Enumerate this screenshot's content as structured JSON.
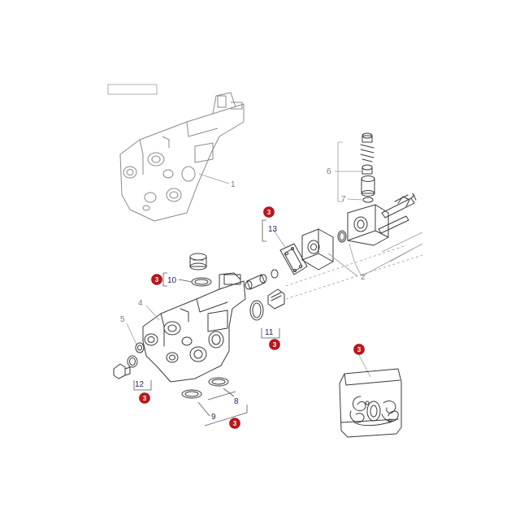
{
  "stamp": "",
  "kit_badge": "3",
  "items": [
    {
      "ref": "1",
      "label": "1"
    },
    {
      "ref": "2",
      "label": "2"
    },
    {
      "ref": "4",
      "label": "4"
    },
    {
      "ref": "5",
      "label": "5"
    },
    {
      "ref": "6",
      "label": "6"
    },
    {
      "ref": "7",
      "label": "7"
    },
    {
      "ref": "8",
      "label": "8"
    },
    {
      "ref": "9",
      "label": "9"
    },
    {
      "ref": "10",
      "label": "10"
    },
    {
      "ref": "11",
      "label": "11"
    },
    {
      "ref": "12",
      "label": "12"
    },
    {
      "ref": "13",
      "label": "13"
    }
  ],
  "colors": {
    "badge": "#c0151b",
    "callout_text": "#1a1f6b",
    "line_art": "#3a3a3a"
  }
}
